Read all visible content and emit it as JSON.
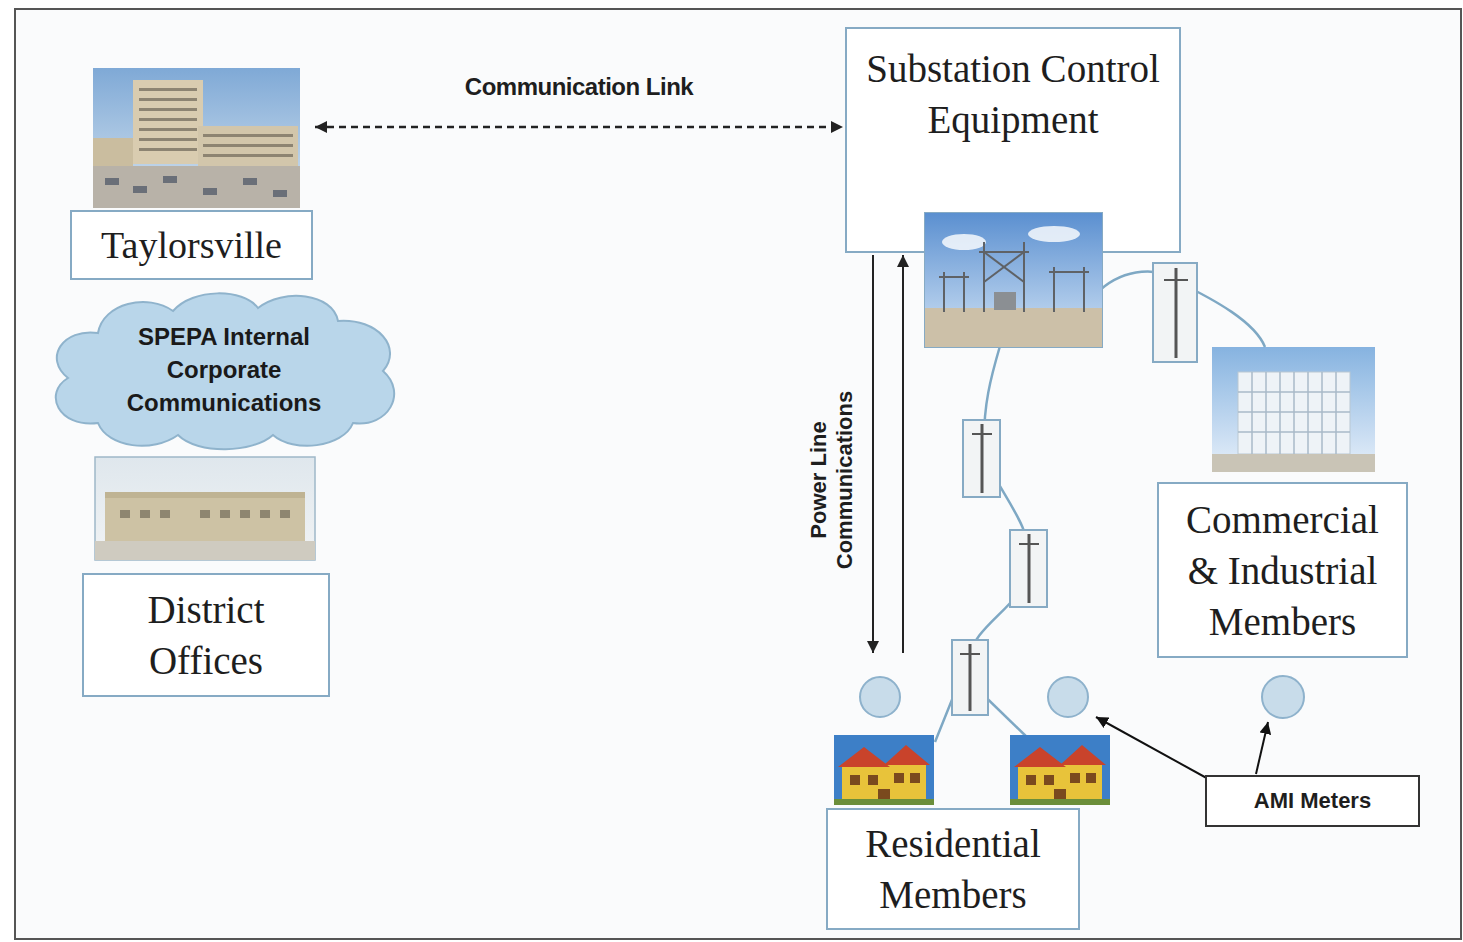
{
  "diagram": {
    "nodes": [
      {
        "text": [
          "Taylorsville"
        ]
      },
      {
        "text": [
          "SPEPA Internal Corporate Communications"
        ]
      },
      {
        "text": [
          "District Offices"
        ]
      },
      {
        "text": [
          "Substation Control Equipment"
        ]
      },
      {
        "text": [
          "Commercial & Industrial Members"
        ]
      },
      {
        "text": [
          "Residential Members"
        ]
      },
      {
        "text": [
          "AMI Meters"
        ]
      }
    ],
    "edges": [
      {
        "from": 0,
        "to": 3,
        "label": "Communication Link",
        "arrow": "both"
      },
      {
        "from": 3,
        "to": 5,
        "label": "Power Line Communications",
        "arrow": "to"
      },
      {
        "from": 5,
        "to": 3,
        "arrow": "to"
      }
    ]
  }
}
